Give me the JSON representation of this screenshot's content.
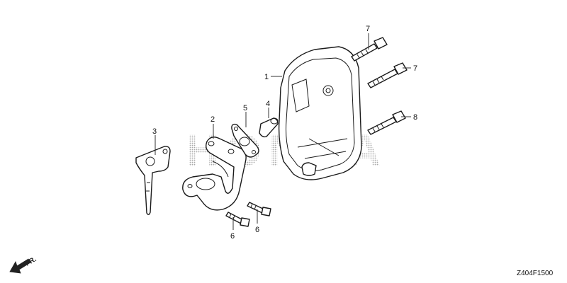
{
  "watermark": {
    "text": "HONDA",
    "color": "#bdbdbd"
  },
  "callouts": {
    "muffler": "1",
    "exhaust_pipe": "2",
    "bracket": "3",
    "spark_arrester": "4",
    "gasket": "5",
    "bolt_left": "6",
    "bolt_right": "6",
    "bolt_top": "7",
    "bolt_mid": "7",
    "bolt_lower": "8"
  },
  "direction_indicator": {
    "label": "FR."
  },
  "figure_code": "Z404F1500",
  "colors": {
    "line": "#1a1a1a",
    "fill": "#ffffff"
  }
}
